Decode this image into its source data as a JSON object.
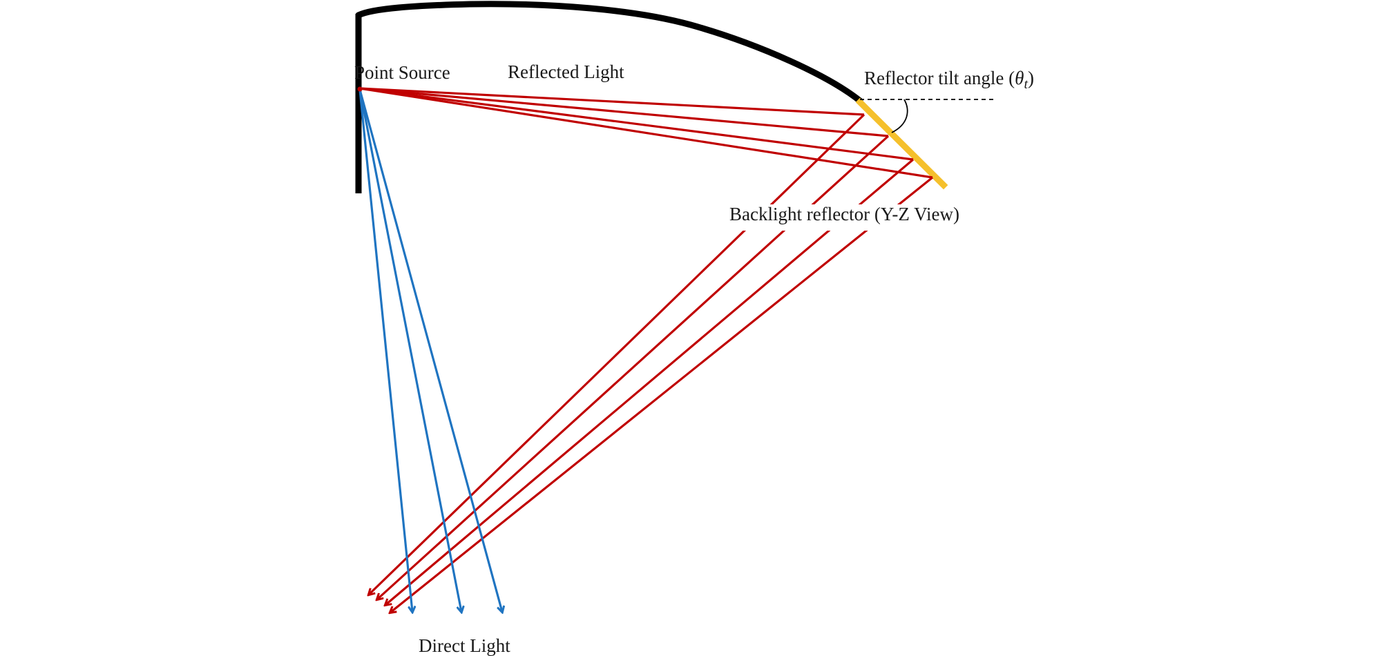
{
  "labels": {
    "point_source": "Point Source",
    "reflected_light": "Reflected Light",
    "tilt_angle_prefix": "Reflector tilt angle (",
    "tilt_angle_symbol": "θ",
    "tilt_angle_subscript": "t",
    "tilt_angle_suffix": ")",
    "backlight_reflector": "Backlight reflector (Y-Z View)",
    "direct_light": "Direct Light"
  },
  "colors": {
    "housing": "#000000",
    "reflector": "#f5c02c",
    "reflected_ray": "#c00000",
    "direct_ray": "#1f74c1",
    "guide_line": "#000000"
  }
}
